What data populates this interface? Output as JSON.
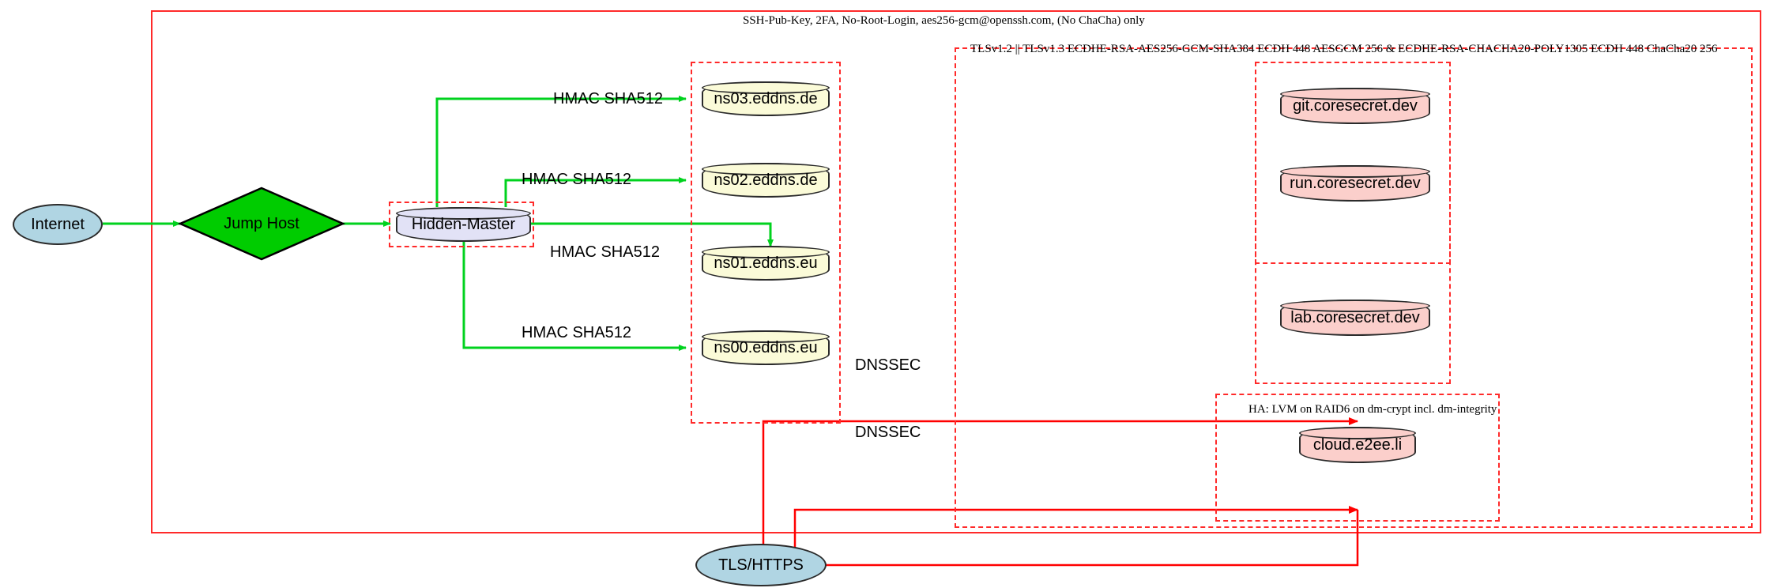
{
  "diagram": {
    "title_top": "SSH-Pub-Key, 2FA, No-Root-Login, aes256-gcm@openssh.com, (No ChaCha) only",
    "tls_label": "TLSv1.2 || TLSv1.3 ECDHE-RSA-AES256-GCM-SHA384 ECDH 448 AESGCM 256 & ECDHE-RSA-CHACHA20-POLY1305 ECDH 448 ChaCha20 256",
    "ha_label": "HA: LVM on RAID6 on dm-crypt incl. dm-integrity",
    "colors": {
      "cluster_border": "#ff2a2a",
      "ssh_edge": "#00d21e",
      "tls_edge": "#ff0000",
      "internet_fill": "#b0d5e3",
      "jumphost_fill": "#00cc00",
      "master_fill": "#e2e2f6",
      "dns_fill": "#fbfbd8",
      "service_fill": "#fbcfcb"
    }
  },
  "nodes": {
    "internet": "Internet",
    "jump_host": "Jump Host",
    "hidden_master": "Hidden-Master",
    "tls_https": "TLS/HTTPS",
    "dns": [
      "ns03.eddns.de",
      "ns02.eddns.de",
      "ns01.eddns.eu",
      "ns00.eddns.eu"
    ],
    "services": [
      "git.coresecret.dev",
      "run.coresecret.dev",
      "lab.coresecret.dev"
    ],
    "cloud": "cloud.e2ee.li"
  },
  "edge_labels": {
    "hmac": [
      "HMAC SHA512",
      "HMAC SHA512",
      "HMAC SHA512",
      "HMAC SHA512"
    ],
    "dnssec": [
      "DNSSEC",
      "DNSSEC"
    ]
  }
}
